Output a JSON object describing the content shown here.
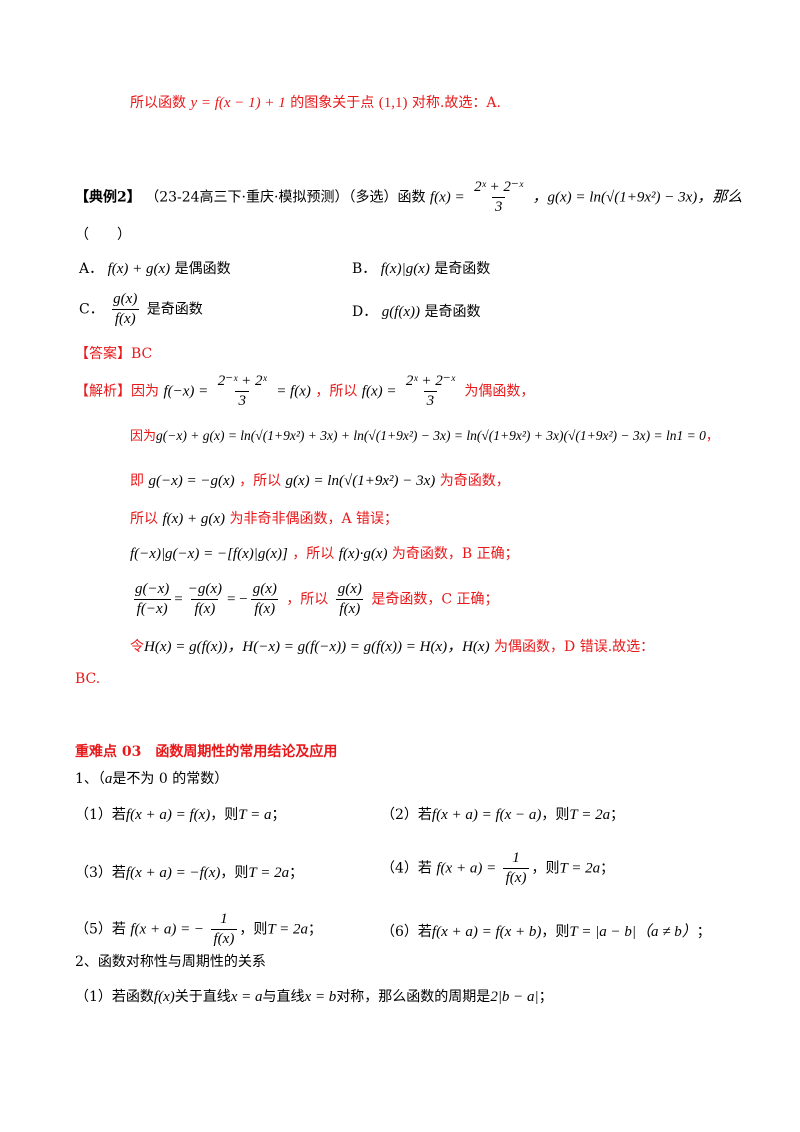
{
  "top": {
    "prefix": "所以函数",
    "formula": "y = f(x − 1) + 1",
    "mid": "的图象关于点",
    "point": "(1,1)",
    "suffix": "对称.故选：A."
  },
  "example2": {
    "label": "【典例2】",
    "source": "（23-24高三下·重庆·模拟预测）（多选）函数",
    "f_lhs": "f(x) =",
    "f_num": "2ˣ + 2⁻ˣ",
    "f_den": "3",
    "g_def": "，g(x) = ln(√(1+9x²) − 3x)，那么",
    "paren": "（　　）",
    "options": {
      "A_label": "A．",
      "A_math": "f(x) + g(x)",
      "A_text": "是偶函数",
      "B_label": "B．",
      "B_math": "f(x)|g(x)",
      "B_text": "是奇函数",
      "C_label": "C．",
      "C_num": "g(x)",
      "C_den": "f(x)",
      "C_text": "是奇函数",
      "D_label": "D．",
      "D_math": "g(f(x))",
      "D_text": "是奇函数"
    }
  },
  "answer": {
    "label": "【答案】",
    "value": "BC"
  },
  "analysis": {
    "label": "【解析】",
    "l1_a": "因为",
    "l1_lhs": "f(−x) =",
    "l1_num": "2⁻ˣ + 2ˣ",
    "l1_den": "3",
    "l1_rhs": "= f(x)",
    "l1_b": "，所以",
    "l1_lhs2": "f(x) =",
    "l1_num2": "2ˣ + 2⁻ˣ",
    "l1_den2": "3",
    "l1_c": "为偶函数，",
    "l2_a": "因为",
    "l2_math": "g(−x) + g(x) = ln(√(1+9x²) + 3x) + ln(√(1+9x²) − 3x) = ln(√(1+9x²) + 3x)(√(1+9x²) − 3x) = ln1 = 0",
    "l2_end": "，",
    "l3_a": "即",
    "l3_math": "g(−x) = −g(x)",
    "l3_b": "，所以",
    "l3_math2": "g(x) = ln(√(1+9x²) − 3x)",
    "l3_c": "为奇函数，",
    "l4_a": "所以",
    "l4_math": "f(x) + g(x)",
    "l4_b": "为非奇非偶函数，A 错误；",
    "l5_math": "f(−x)|g(−x) = −[f(x)|g(x)]",
    "l5_a": "，所以",
    "l5_math2": "f(x)·g(x)",
    "l5_b": "为奇函数，B 正确；",
    "l6_n1": "g(−x)",
    "l6_d1": "f(−x)",
    "l6_n2": "−g(x)",
    "l6_d2": "f(x)",
    "l6_n3": "g(x)",
    "l6_d3": "f(x)",
    "l6_a": "，所以",
    "l6_n4": "g(x)",
    "l6_d4": "f(x)",
    "l6_b": "是奇函数，C 正确；",
    "l7_a": "令",
    "l7_math": "H(x) = g(f(x))，H(−x) = g(f(−x)) = g(f(x)) = H(x)，H(x)",
    "l7_b": "为偶函数，D 错误.故选：",
    "l8": "BC."
  },
  "section": {
    "title": "重难点 03　函数周期性的常用结论及应用",
    "p1_head": "1、（",
    "p1_var": "a",
    "p1_tail": "是不为 0 的常数）",
    "items": {
      "i1_no": "（1）若",
      "i1_math": "f(x + a) = f(x)",
      "i1_then": "，则",
      "i1_T": "T = a",
      "i1_end": "；",
      "i2_no": "（2）若",
      "i2_math": "f(x + a) = f(x − a)",
      "i2_then": "，则",
      "i2_T": "T = 2a",
      "i2_end": "；",
      "i3_no": "（3）若",
      "i3_math": "f(x + a) = −f(x)",
      "i3_then": "，则",
      "i3_T": "T = 2a",
      "i3_end": "；",
      "i4_no": "（4）若",
      "i4_lhs": "f(x + a) =",
      "i4_num": "1",
      "i4_den": "f(x)",
      "i4_then": "，则",
      "i4_T": "T = 2a",
      "i4_end": "；",
      "i5_no": "（5）若",
      "i5_lhs": "f(x + a) = −",
      "i5_num": "1",
      "i5_den": "f(x)",
      "i5_then": "，则",
      "i5_T": "T = 2a",
      "i5_end": "；",
      "i6_no": "（6）若",
      "i6_math": "f(x + a) = f(x + b)",
      "i6_then": "，则",
      "i6_T": "T = |a − b|",
      "i6_cond": "（a ≠ b）",
      "i6_end": "；"
    },
    "p2": "2、函数对称性与周期性的关系",
    "q1_no": "（1）若函数",
    "q1_f": "f(x)",
    "q1_a": "关于直线",
    "q1_x1": "x = a",
    "q1_b": "与直线",
    "q1_x2": "x = b",
    "q1_c": "对称，那么函数的周期是",
    "q1_p": "2|b − a|",
    "q1_end": "；"
  }
}
